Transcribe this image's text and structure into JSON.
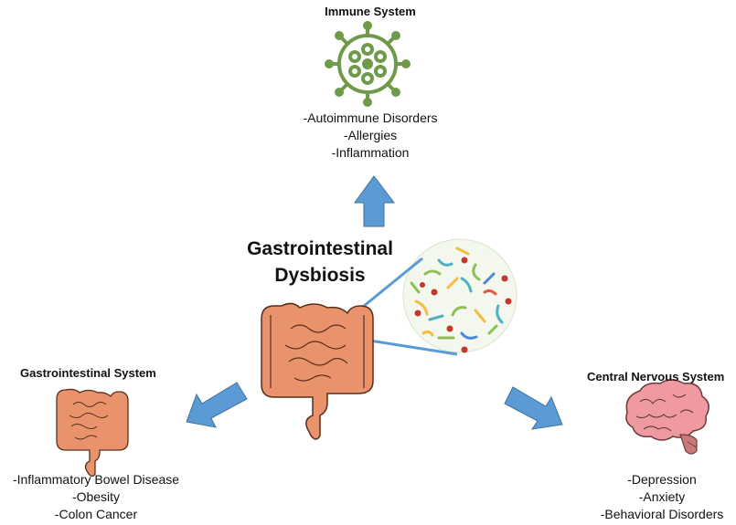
{
  "title": {
    "line1": "Gastrointestinal",
    "line2": "Dysbiosis"
  },
  "immune": {
    "heading": "Immune System",
    "items": [
      "-Autoimmune  Disorders",
      "-Allergies",
      "-Inflammation"
    ],
    "icon": "virus-icon",
    "color": "#6f9a4a"
  },
  "gi": {
    "heading": "Gastrointestinal System",
    "items": [
      "-Inflammatory  Bowel Disease",
      "-Obesity",
      "-Colon Cancer"
    ],
    "icon": "intestine-icon"
  },
  "cns": {
    "heading": "Central Nervous System",
    "items": [
      "-Depression",
      "-Anxiety",
      "-Behavioral Disorders"
    ],
    "icon": "brain-icon"
  },
  "colors": {
    "arrow": "#5b9bd5",
    "arrow_border": "#41719c",
    "intestine": "#e8936b",
    "intestine_stroke": "#5a2e1c",
    "brain": "#ee9aa0",
    "zoom_line": "#5b9bd5"
  }
}
